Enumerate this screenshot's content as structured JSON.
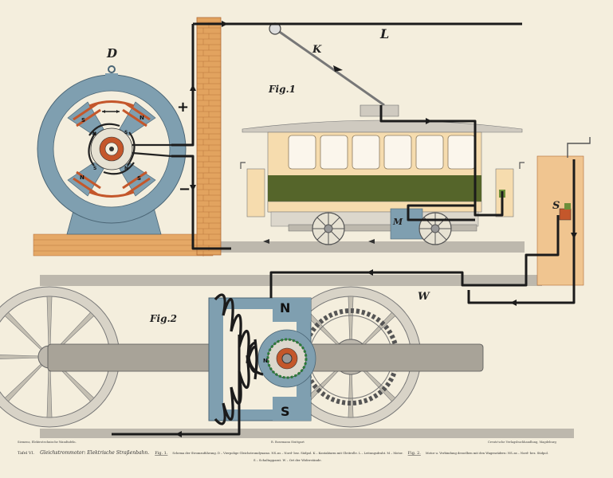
{
  "labels": {
    "D": "D",
    "L": "L",
    "K": "K",
    "fig1": "Fig.1",
    "plus": "+",
    "minus": "−",
    "M": "M",
    "S": "S",
    "W": "W",
    "fig2": "Fig.2",
    "N_big": "N",
    "S_big": "S",
    "pole_n": "N",
    "pole_s": "S"
  },
  "caption": {
    "plate_no": "Tafel VI.",
    "title": "Gleichstrommotor: Elektrische Straßenbahn.",
    "fig1_ref": "Fig. 1.",
    "fig1_text": "Schema der Stromzuführung. D – Vierpolige Gleichstromdynamo. NS–ns – Nord- bez. Südpol. K – Kontaktarm mit Gleitrolle. L – Leitungsdraht. M – Motor.",
    "fig2_ref": "Fig. 2.",
    "fig2_text": "Motor u. Verbindung desselben mit den Wagenrädern: NS–ns – Nord- bez. Südpol.",
    "fig2_text2": "S – Schaltapparat. W – Ort der Widerstände."
  },
  "imprint": {
    "left": "Siemens, Elektrotechnische Wandtafeln.",
    "center": "R. Bosemann Stuttgart",
    "right": "Creutz'sche Verlagsbuchhandlung, Magdeburg"
  },
  "colors": {
    "paper": "#f4eedd",
    "steel_blue": "#7f9fb0",
    "brick": "#e2a35f",
    "wire": "#1b1b1b",
    "coil_red": "#c4572b",
    "tram_green": "#55652a",
    "tram_cream": "#f6dcae",
    "gray_metal": "#bdb8ad"
  }
}
